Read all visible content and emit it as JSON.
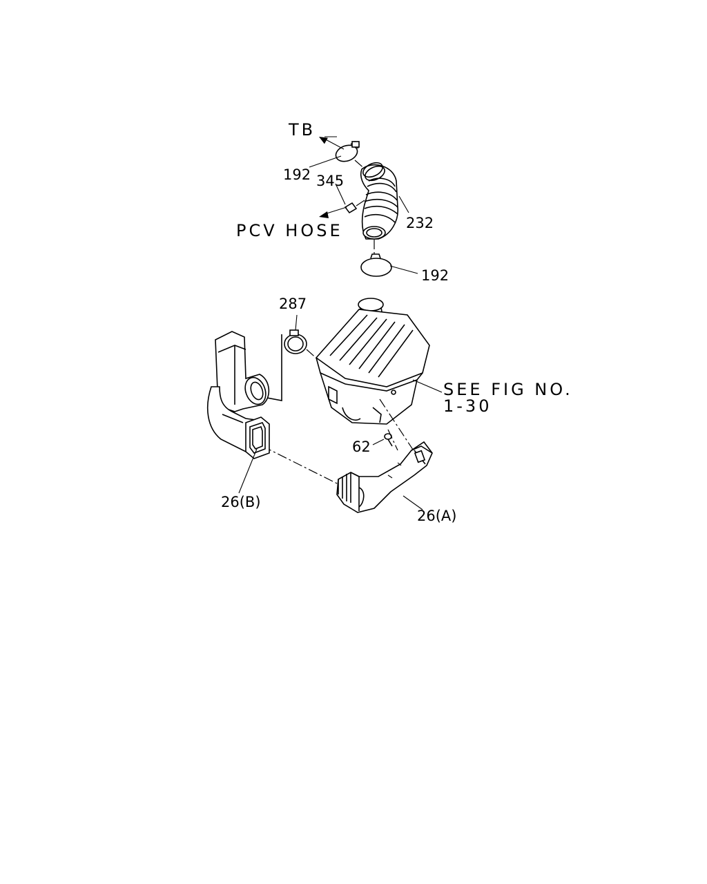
{
  "labels": {
    "tb": "TB",
    "clamp_upper": "192",
    "screw_345": "345",
    "pcv_hose": "PCV HOSE",
    "hose_232": "232",
    "clamp_lower": "192",
    "clamp_287": "287",
    "see_fig_line1": "SEE FIG NO.",
    "see_fig_line2": "1-30",
    "bolt_62": "62",
    "duct_b": "26(B)",
    "duct_a": "26(A)"
  }
}
